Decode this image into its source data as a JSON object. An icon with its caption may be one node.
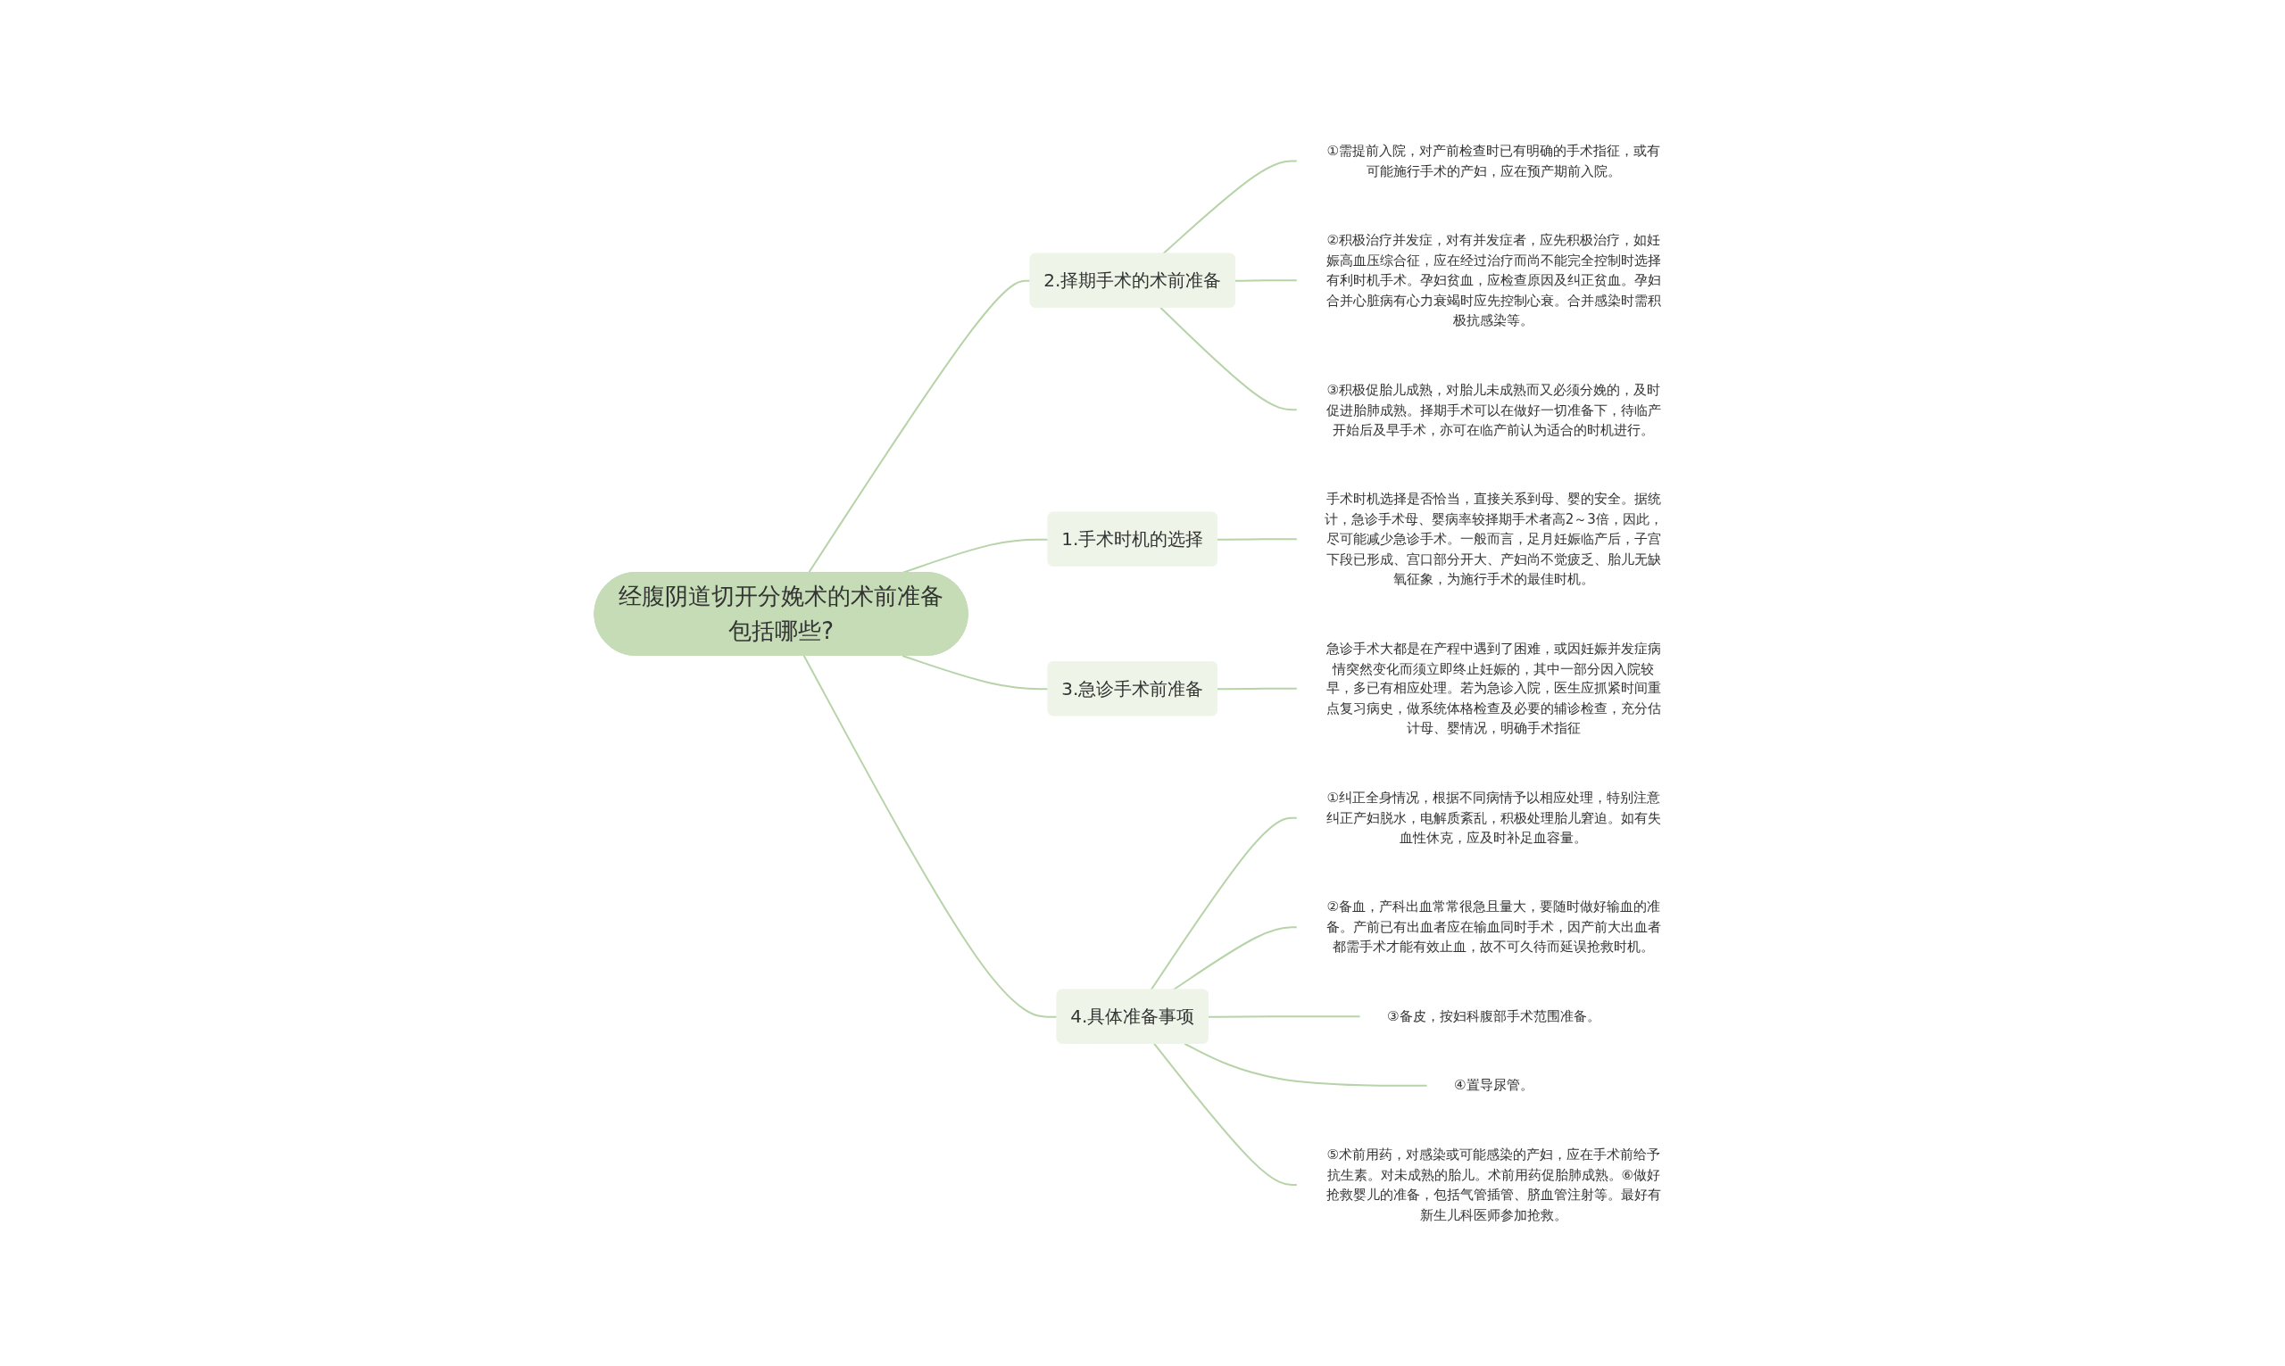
{
  "diagram": {
    "nodes": [
      {
        "text": [
          "经腹阴道切开分娩术的术前准备包括哪些?"
        ]
      },
      {
        "text": [
          "2.择期手术的术前准备"
        ]
      },
      {
        "text": [
          "①需提前入院，对产前检查时已有明确的手术指征，或有可能施行手术的产妇，应在预产期前入院。"
        ]
      },
      {
        "text": [
          "②积极治疗并发症，对有并发症者，应先积极治疗，如妊娠高血压综合征，应在经过治疗而尚不能完全控制时选择有利时机手术。孕妇贫血，应检查原因及纠正贫血。孕妇合并心脏病有心力衰竭时应先控制心衰。合并感染时需积极抗感染等。"
        ]
      },
      {
        "text": [
          "③积极促胎儿成熟，对胎儿未成熟而又必须分娩的，及时促进胎肺成熟。择期手术可以在做好一切准备下，待临产开始后及早手术，亦可在临产前认为适合的时机进行。"
        ]
      },
      {
        "text": [
          "1.手术时机的选择"
        ]
      },
      {
        "text": [
          "手术时机选择是否恰当，直接关系到母、婴的安全。据统计，急诊手术母、婴病率较择期手术者高2～3倍，因此，尽可能减少急诊手术。一般而言，足月妊娠临产后，子宫下段已形成、宫口部分开大、产妇尚不觉疲乏、胎儿无缺氧征象，为施行手术的最佳时机。"
        ]
      },
      {
        "text": [
          "3.急诊手术前准备"
        ]
      },
      {
        "text": [
          "急诊手术大都是在产程中遇到了困难，或因妊娠并发症病情突然变化而须立即终止妊娠的，其中一部分因入院较早，多已有相应处理。若为急诊入院，医生应抓紧时间重点复习病史，做系统体格检查及必要的辅诊检查，充分估计母、婴情况，明确手术指征"
        ]
      },
      {
        "text": [
          "4.具体准备事项"
        ]
      },
      {
        "text": [
          "①纠正全身情况，根据不同病情予以相应处理，特别注意纠正产妇脱水，电解质紊乱，积极处理胎儿窘迫。如有失血性休克，应及时补足血容量。"
        ]
      },
      {
        "text": [
          "②备血，产科出血常常很急且量大，要随时做好输血的准备。产前已有出血者应在输血同时手术，因产前大出血者都需手术才能有效止血，故不可久待而延误抢救时机。"
        ]
      },
      {
        "text": [
          "③备皮，按妇科腹部手术范围准备。"
        ]
      },
      {
        "text": [
          "④置导尿管。"
        ]
      },
      {
        "text": [
          "⑤术前用药，对感染或可能感染的产妇，应在手术前给予抗生素。对未成熟的胎儿。术前用药促胎肺成熟。⑥做好抢救婴儿的准备，包括气管插管、脐血管注射等。最好有新生儿科医师参加抢救。"
        ]
      }
    ],
    "edges": [
      {
        "from": 0,
        "to": 1,
        "arrow": "none"
      },
      {
        "from": 1,
        "to": 2,
        "arrow": "none"
      },
      {
        "from": 1,
        "to": 3,
        "arrow": "none"
      },
      {
        "from": 1,
        "to": 4,
        "arrow": "none"
      },
      {
        "from": 0,
        "to": 5,
        "arrow": "none"
      },
      {
        "from": 5,
        "to": 6,
        "arrow": "none"
      },
      {
        "from": 0,
        "to": 7,
        "arrow": "none"
      },
      {
        "from": 7,
        "to": 8,
        "arrow": "none"
      },
      {
        "from": 0,
        "to": 9,
        "arrow": "none"
      },
      {
        "from": 9,
        "to": 10,
        "arrow": "none"
      },
      {
        "from": 9,
        "to": 11,
        "arrow": "none"
      },
      {
        "from": 9,
        "to": 12,
        "arrow": "none"
      },
      {
        "from": 9,
        "to": 13,
        "arrow": "none"
      },
      {
        "from": 9,
        "to": 14,
        "arrow": "none"
      }
    ]
  }
}
